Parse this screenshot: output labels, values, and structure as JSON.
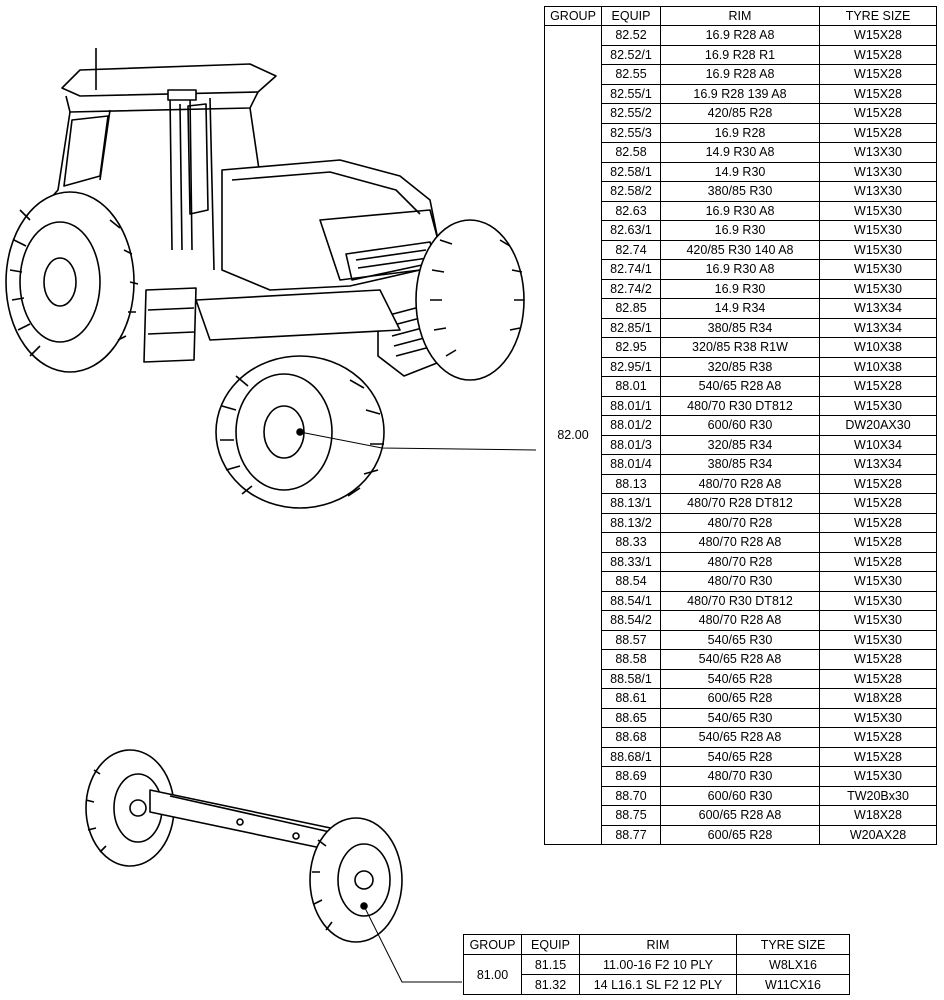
{
  "rear_table": {
    "headers": {
      "group": "GROUP",
      "equip": "EQUIP",
      "rim": "RIM",
      "tyre": "TYRE SIZE"
    },
    "group": "82.00",
    "rows": [
      {
        "equip": "82.52",
        "rim": "16.9 R28 A8",
        "tyre": "W15X28"
      },
      {
        "equip": "82.52/1",
        "rim": "16.9 R28 R1",
        "tyre": "W15X28"
      },
      {
        "equip": "82.55",
        "rim": "16.9 R28 A8",
        "tyre": "W15X28"
      },
      {
        "equip": "82.55/1",
        "rim": "16.9 R28 139 A8",
        "tyre": "W15X28"
      },
      {
        "equip": "82.55/2",
        "rim": "420/85 R28",
        "tyre": "W15X28"
      },
      {
        "equip": "82.55/3",
        "rim": "16.9 R28",
        "tyre": "W15X28"
      },
      {
        "equip": "82.58",
        "rim": "14.9 R30 A8",
        "tyre": "W13X30"
      },
      {
        "equip": "82.58/1",
        "rim": "14.9 R30",
        "tyre": "W13X30"
      },
      {
        "equip": "82.58/2",
        "rim": "380/85 R30",
        "tyre": "W13X30"
      },
      {
        "equip": "82.63",
        "rim": "16.9 R30 A8",
        "tyre": "W15X30"
      },
      {
        "equip": "82.63/1",
        "rim": "16.9 R30",
        "tyre": "W15X30"
      },
      {
        "equip": "82.74",
        "rim": "420/85 R30 140 A8",
        "tyre": "W15X30"
      },
      {
        "equip": "82.74/1",
        "rim": "16.9 R30 A8",
        "tyre": "W15X30"
      },
      {
        "equip": "82.74/2",
        "rim": "16.9 R30",
        "tyre": "W15X30"
      },
      {
        "equip": "82.85",
        "rim": "14.9 R34",
        "tyre": "W13X34"
      },
      {
        "equip": "82.85/1",
        "rim": "380/85 R34",
        "tyre": "W13X34"
      },
      {
        "equip": "82.95",
        "rim": "320/85 R38 R1W",
        "tyre": "W10X38"
      },
      {
        "equip": "82.95/1",
        "rim": "320/85 R38",
        "tyre": "W10X38"
      },
      {
        "equip": "88.01",
        "rim": "540/65 R28 A8",
        "tyre": "W15X28"
      },
      {
        "equip": "88.01/1",
        "rim": "480/70 R30 DT812",
        "tyre": "W15X30"
      },
      {
        "equip": "88.01/2",
        "rim": "600/60 R30",
        "tyre": "DW20AX30"
      },
      {
        "equip": "88.01/3",
        "rim": "320/85 R34",
        "tyre": "W10X34"
      },
      {
        "equip": "88.01/4",
        "rim": "380/85 R34",
        "tyre": "W13X34"
      },
      {
        "equip": "88.13",
        "rim": "480/70 R28 A8",
        "tyre": "W15X28"
      },
      {
        "equip": "88.13/1",
        "rim": "480/70 R28 DT812",
        "tyre": "W15X28"
      },
      {
        "equip": "88.13/2",
        "rim": "480/70 R28",
        "tyre": "W15X28"
      },
      {
        "equip": "88.33",
        "rim": "480/70 R28 A8",
        "tyre": "W15X28"
      },
      {
        "equip": "88.33/1",
        "rim": "480/70 R28",
        "tyre": "W15X28"
      },
      {
        "equip": "88.54",
        "rim": "480/70 R30",
        "tyre": "W15X30"
      },
      {
        "equip": "88.54/1",
        "rim": "480/70 R30 DT812",
        "tyre": "W15X30"
      },
      {
        "equip": "88.54/2",
        "rim": "480/70 R28 A8",
        "tyre": "W15X30"
      },
      {
        "equip": "88.57",
        "rim": "540/65 R30",
        "tyre": "W15X30"
      },
      {
        "equip": "88.58",
        "rim": "540/65 R28 A8",
        "tyre": "W15X28"
      },
      {
        "equip": "88.58/1",
        "rim": "540/65 R28",
        "tyre": "W15X28"
      },
      {
        "equip": "88.61",
        "rim": "600/65 R28",
        "tyre": "W18X28"
      },
      {
        "equip": "88.65",
        "rim": "540/65 R30",
        "tyre": "W15X30"
      },
      {
        "equip": "88.68",
        "rim": "540/65 R28 A8",
        "tyre": "W15X28"
      },
      {
        "equip": "88.68/1",
        "rim": "540/65 R28",
        "tyre": "W15X28"
      },
      {
        "equip": "88.69",
        "rim": "480/70 R30",
        "tyre": "W15X30"
      },
      {
        "equip": "88.70",
        "rim": "600/60 R30",
        "tyre": "TW20Bx30"
      },
      {
        "equip": "88.75",
        "rim": "600/65 R28 A8",
        "tyre": "W18X28"
      },
      {
        "equip": "88.77",
        "rim": "600/65 R28",
        "tyre": "W20AX28"
      }
    ]
  },
  "front_table": {
    "headers": {
      "group": "GROUP",
      "equip": "EQUIP",
      "rim": "RIM",
      "tyre": "TYRE  SIZE"
    },
    "group": "81.00",
    "rows": [
      {
        "equip": "81.15",
        "rim": "11.00-16 F2 10 PLY",
        "tyre": "W8LX16"
      },
      {
        "equip": "81.32",
        "rim": "14 L16.1 SL F2 12 PLY",
        "tyre": "W11CX16"
      }
    ]
  },
  "illustrations": {
    "tractor": "tractor-drawing",
    "front_axle": "front-axle-drawing"
  }
}
